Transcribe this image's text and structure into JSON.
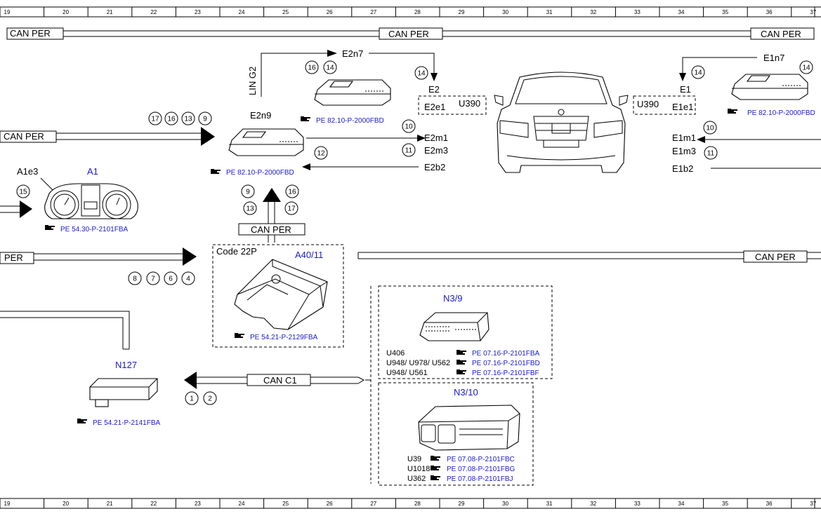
{
  "ruler_numbers": [
    "19",
    "20",
    "21",
    "22",
    "23",
    "24",
    "25",
    "26",
    "27",
    "28",
    "29",
    "30",
    "31",
    "32",
    "33",
    "34",
    "35",
    "36",
    "37"
  ],
  "bus": {
    "can_per": "CAN PER",
    "can_per_cut_left": "CAN PER",
    "can_per_cut_left2": "PER",
    "can_c1": "CAN C1",
    "lin_g2": "LIN G2"
  },
  "components": {
    "e2n9": "E2n9",
    "e2n7": "E2n7",
    "e1n7": "E1n7",
    "e2": "E2",
    "e2e1": "E2e1",
    "u390": "U390",
    "e1": "E1",
    "e1e1": "E1e1",
    "e2m1": "E2m1",
    "e2m3": "E2m3",
    "e2b2": "E2b2",
    "e1m1": "E1m1",
    "e1m3": "E1m3",
    "e1b2": "E1b2",
    "a1": "A1",
    "a1e3": "A1e3",
    "a40_11": "A40/11",
    "code_22p": "Code 22P",
    "n127": "N127",
    "n3_9": "N3/9",
    "n3_10": "N3/10"
  },
  "refs": {
    "pe_e2n7": "PE 82.10-P-2000FBD",
    "pe_e2n9": "PE 82.10-P-2000FBD",
    "pe_e1n7": "PE 82.10-P-2000FBD",
    "pe_a1": "PE 54.30-P-2101FBA",
    "pe_a40": "PE 54.21-P-2129FBA",
    "pe_n127": "PE 54.21-P-2141FBA",
    "n3_9_rows": [
      {
        "code": "U406",
        "ref": "PE 07.16-P-2101FBA"
      },
      {
        "code": "U948/ U978/ U562",
        "ref": "PE 07.16-P-2101FBD"
      },
      {
        "code": "U948/ U561",
        "ref": "PE 07.16-P-2101FBF"
      }
    ],
    "n3_10_rows": [
      {
        "code": "U39",
        "ref": "PE 07.08-P-2101FBC"
      },
      {
        "code": "U1018",
        "ref": "PE 07.08-P-2101FBG"
      },
      {
        "code": "U362",
        "ref": "PE 07.08-P-2101FBJ"
      }
    ]
  },
  "circles": {
    "c17": "17",
    "c16": "16",
    "c13": "13",
    "c9": "9",
    "c14": "14",
    "c10": "10",
    "c11": "11",
    "c12": "12",
    "c15": "15",
    "c8": "8",
    "c7": "7",
    "c6": "6",
    "c4": "4",
    "c1": "1",
    "c2": "2"
  }
}
